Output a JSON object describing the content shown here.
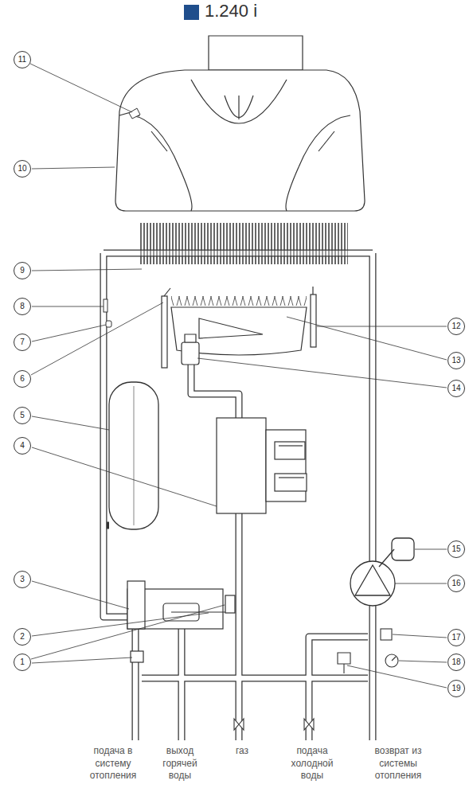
{
  "diagram": {
    "title": "1.240 i",
    "nodes": [
      {
        "text": [
          "11"
        ]
      },
      {
        "text": [
          "10"
        ]
      },
      {
        "text": [
          "9"
        ]
      },
      {
        "text": [
          "8"
        ]
      },
      {
        "text": [
          "7"
        ]
      },
      {
        "text": [
          "6"
        ]
      },
      {
        "text": [
          "5"
        ]
      },
      {
        "text": [
          "4"
        ]
      },
      {
        "text": [
          "3"
        ]
      },
      {
        "text": [
          "2"
        ]
      },
      {
        "text": [
          "1"
        ]
      },
      {
        "text": [
          "12"
        ]
      },
      {
        "text": [
          "13"
        ]
      },
      {
        "text": [
          "14"
        ]
      },
      {
        "text": [
          "15"
        ]
      },
      {
        "text": [
          "16"
        ]
      },
      {
        "text": [
          "17"
        ]
      },
      {
        "text": [
          "18"
        ]
      },
      {
        "text": [
          "19"
        ]
      }
    ],
    "edges": [],
    "labels": [
      "подача в систему отопления",
      "выход горячей воды",
      "газ",
      "подача холодной воды",
      "возврат из системы отопления"
    ]
  }
}
